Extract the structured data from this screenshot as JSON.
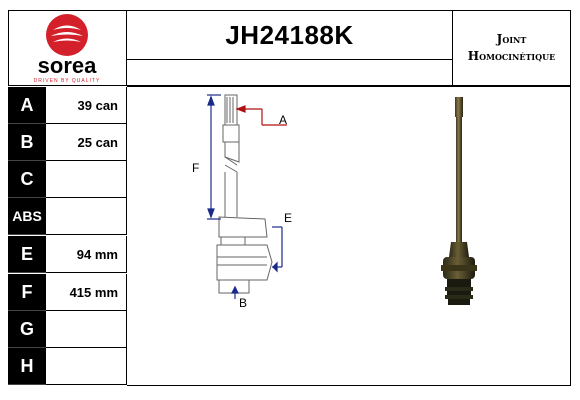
{
  "brand": {
    "logo_text": "sorea",
    "tagline": "DRIVEN BY QUALITY"
  },
  "product": {
    "reference": "JH24188K",
    "type_line1": "Joint",
    "type_line2": "Homocinétique"
  },
  "specs": [
    {
      "letter": "A",
      "value": "39 can"
    },
    {
      "letter": "B",
      "value": "25 can"
    },
    {
      "letter": "C",
      "value": ""
    },
    {
      "letter": "ABS",
      "value": ""
    },
    {
      "letter": "E",
      "value": "94 mm"
    },
    {
      "letter": "F",
      "value": "415 mm"
    },
    {
      "letter": "G",
      "value": ""
    },
    {
      "letter": "H",
      "value": ""
    }
  ],
  "diagram": {
    "label_a": "A",
    "label_b": "B",
    "label_e": "E",
    "label_f": "F"
  },
  "colors": {
    "brand_red": "#d3202a",
    "arrow_red": "#b01010",
    "diagram_blue": "#1a2a8a"
  }
}
